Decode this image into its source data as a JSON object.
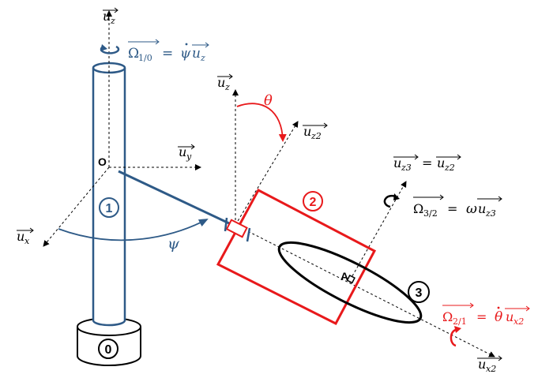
{
  "axes": {
    "uz_main": "u",
    "uz_main_sub": "z",
    "uy": "u",
    "uy_sub": "y",
    "ux": "u",
    "ux_sub": "x",
    "uz_second": "u",
    "uz_second_sub": "z",
    "uz2": "u",
    "uz2_sub": "z2",
    "uz3_eq_lhs": "u",
    "uz3_eq_lhs_sub": "z3",
    "uz3_eq_sign": "=",
    "uz3_eq_rhs": "u",
    "uz3_eq_rhs_sub": "z2",
    "ux2": "u",
    "ux2_sub": "x2"
  },
  "angles": {
    "theta": "θ",
    "psi": "ψ"
  },
  "rotations": {
    "omega_10": "Ω",
    "omega_10_sub": "1/0",
    "omega_10_eq": "=",
    "omega_10_rhs": "ψ",
    "omega_10_vec": "u",
    "omega_10_vec_sub": "z",
    "omega_32": "Ω",
    "omega_32_sub": "3/2",
    "omega_32_eq": "=",
    "omega_32_rhs": "ω",
    "omega_32_vec": "u",
    "omega_32_vec_sub": "z3",
    "omega_21": "Ω",
    "omega_21_sub": "2/1",
    "omega_21_eq": "=",
    "omega_21_rhs": "θ",
    "omega_21_vec": "u",
    "omega_21_vec_sub": "x2"
  },
  "points": {
    "O": "O",
    "A": "A"
  },
  "bodies": {
    "b0": "0",
    "b1": "1",
    "b2": "2",
    "b3": "3"
  },
  "colors": {
    "blue": "#2E5A87",
    "red": "#E8191B",
    "black": "#000000"
  }
}
